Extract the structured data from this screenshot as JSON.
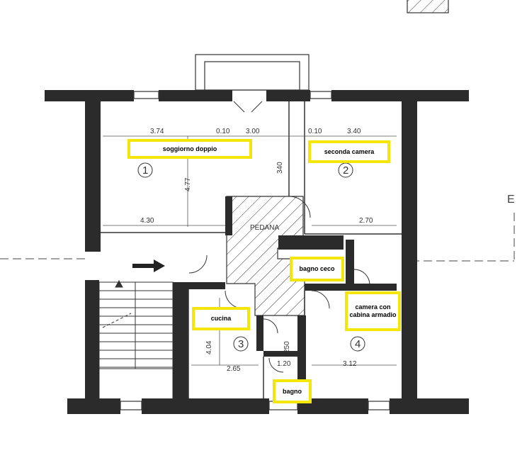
{
  "colors": {
    "wall": "#2b2b2b",
    "line": "#333333",
    "highlight": "#f5e60a"
  },
  "labels": {
    "soggiorno": "soggiorno doppio",
    "seconda_camera": "seconda camera",
    "bagno_ceco": "bagno ceco",
    "camera_armadio": "camera con cabina armadio",
    "cucina": "cucina",
    "bagno": "bagno"
  },
  "room_numbers": {
    "r1": "1",
    "r2": "2",
    "r3": "3",
    "r4": "4"
  },
  "dimensions": {
    "d_374": "3.74",
    "d_010a": "0.10",
    "d_300": "3.00",
    "d_010b": "0.10",
    "d_340": "3.40",
    "d_477": "4.77",
    "d_340v": "340",
    "d_430": "4.30",
    "d_270": "2.70",
    "d_404": "4.04",
    "d_265": "2.65",
    "d_250": "250",
    "d_120": "1.20",
    "d_312": "3.12"
  },
  "annotations": {
    "pedana": "PEDANA",
    "edge_letter": "E"
  }
}
